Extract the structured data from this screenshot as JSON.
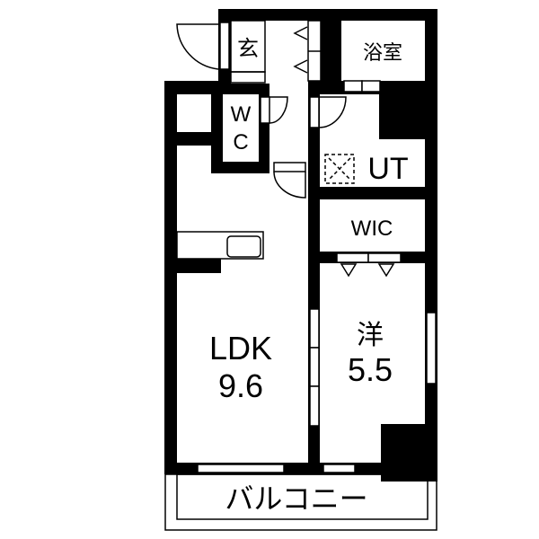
{
  "floorplan": {
    "rooms": {
      "entrance": "玄",
      "bath": "浴室",
      "toilet_line1": "W",
      "toilet_line2": "C",
      "utility": "UT",
      "walk_in_closet": "WIC",
      "ldk_name": "LDK",
      "ldk_size": "9.6",
      "western_room_name": "洋",
      "western_room_size": "5.5",
      "balcony": "バルコニー"
    },
    "colors": {
      "wall": "#000000",
      "floor": "#ffffff"
    }
  }
}
